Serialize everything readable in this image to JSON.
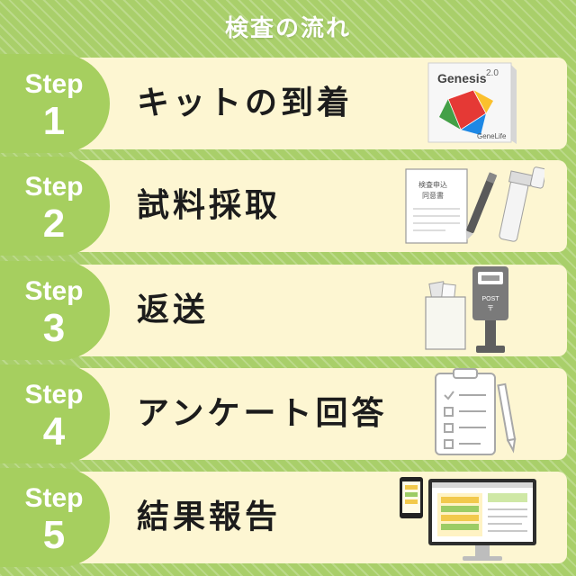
{
  "header": {
    "title": "検査の流れ"
  },
  "steps": [
    {
      "word": "Step",
      "number": "1",
      "label": "キットの到着",
      "icon": "kit-box-icon"
    },
    {
      "word": "Step",
      "number": "2",
      "label": "試料採取",
      "icon": "sample-collection-icon"
    },
    {
      "word": "Step",
      "number": "3",
      "label": "返送",
      "icon": "mailbox-icon"
    },
    {
      "word": "Step",
      "number": "4",
      "label": "アンケート回答",
      "icon": "clipboard-survey-icon"
    },
    {
      "word": "Step",
      "number": "5",
      "label": "結果報告",
      "icon": "monitor-report-icon"
    }
  ],
  "kit": {
    "product": "Genesis",
    "version": "2.0",
    "brand": "GeneLife"
  },
  "form": {
    "line1": "検査申込",
    "line2": "同意書"
  },
  "mailbox": {
    "text": "POST"
  },
  "colors": {
    "background": "#a9cf6a",
    "badge": "#a6cf5f",
    "band": "#fdf6d2",
    "text": "#1c1c1c"
  }
}
